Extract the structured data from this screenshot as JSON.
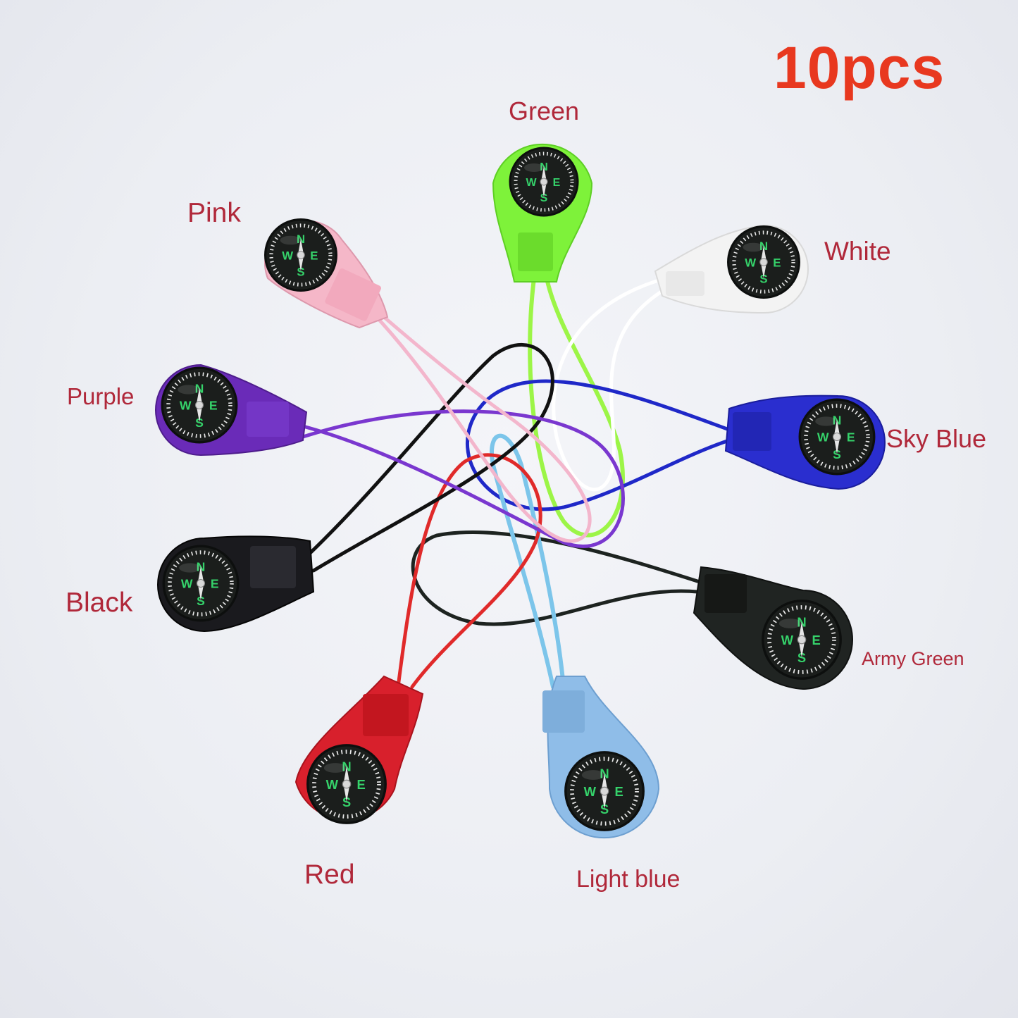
{
  "badge": {
    "text": "10pcs",
    "color": "#e8381f"
  },
  "label_color": "#b0283a",
  "compasses": [
    {
      "id": "green",
      "label": "Green",
      "body": "#7ef23a"
    },
    {
      "id": "white",
      "label": "White",
      "body": "#f3f3f3"
    },
    {
      "id": "sky-blue",
      "label": "Sky Blue",
      "body": "#2a2ecf"
    },
    {
      "id": "army-green",
      "label": "Army Green",
      "body": "#202422"
    },
    {
      "id": "light-blue",
      "label": "Light blue",
      "body": "#8fbde8"
    },
    {
      "id": "red",
      "label": "Red",
      "body": "#d8202c"
    },
    {
      "id": "black",
      "label": "Black",
      "body": "#1a1a1e"
    },
    {
      "id": "purple",
      "label": "Purple",
      "body": "#6a2bb8"
    },
    {
      "id": "pink",
      "label": "Pink",
      "body": "#f5b7c8"
    }
  ]
}
